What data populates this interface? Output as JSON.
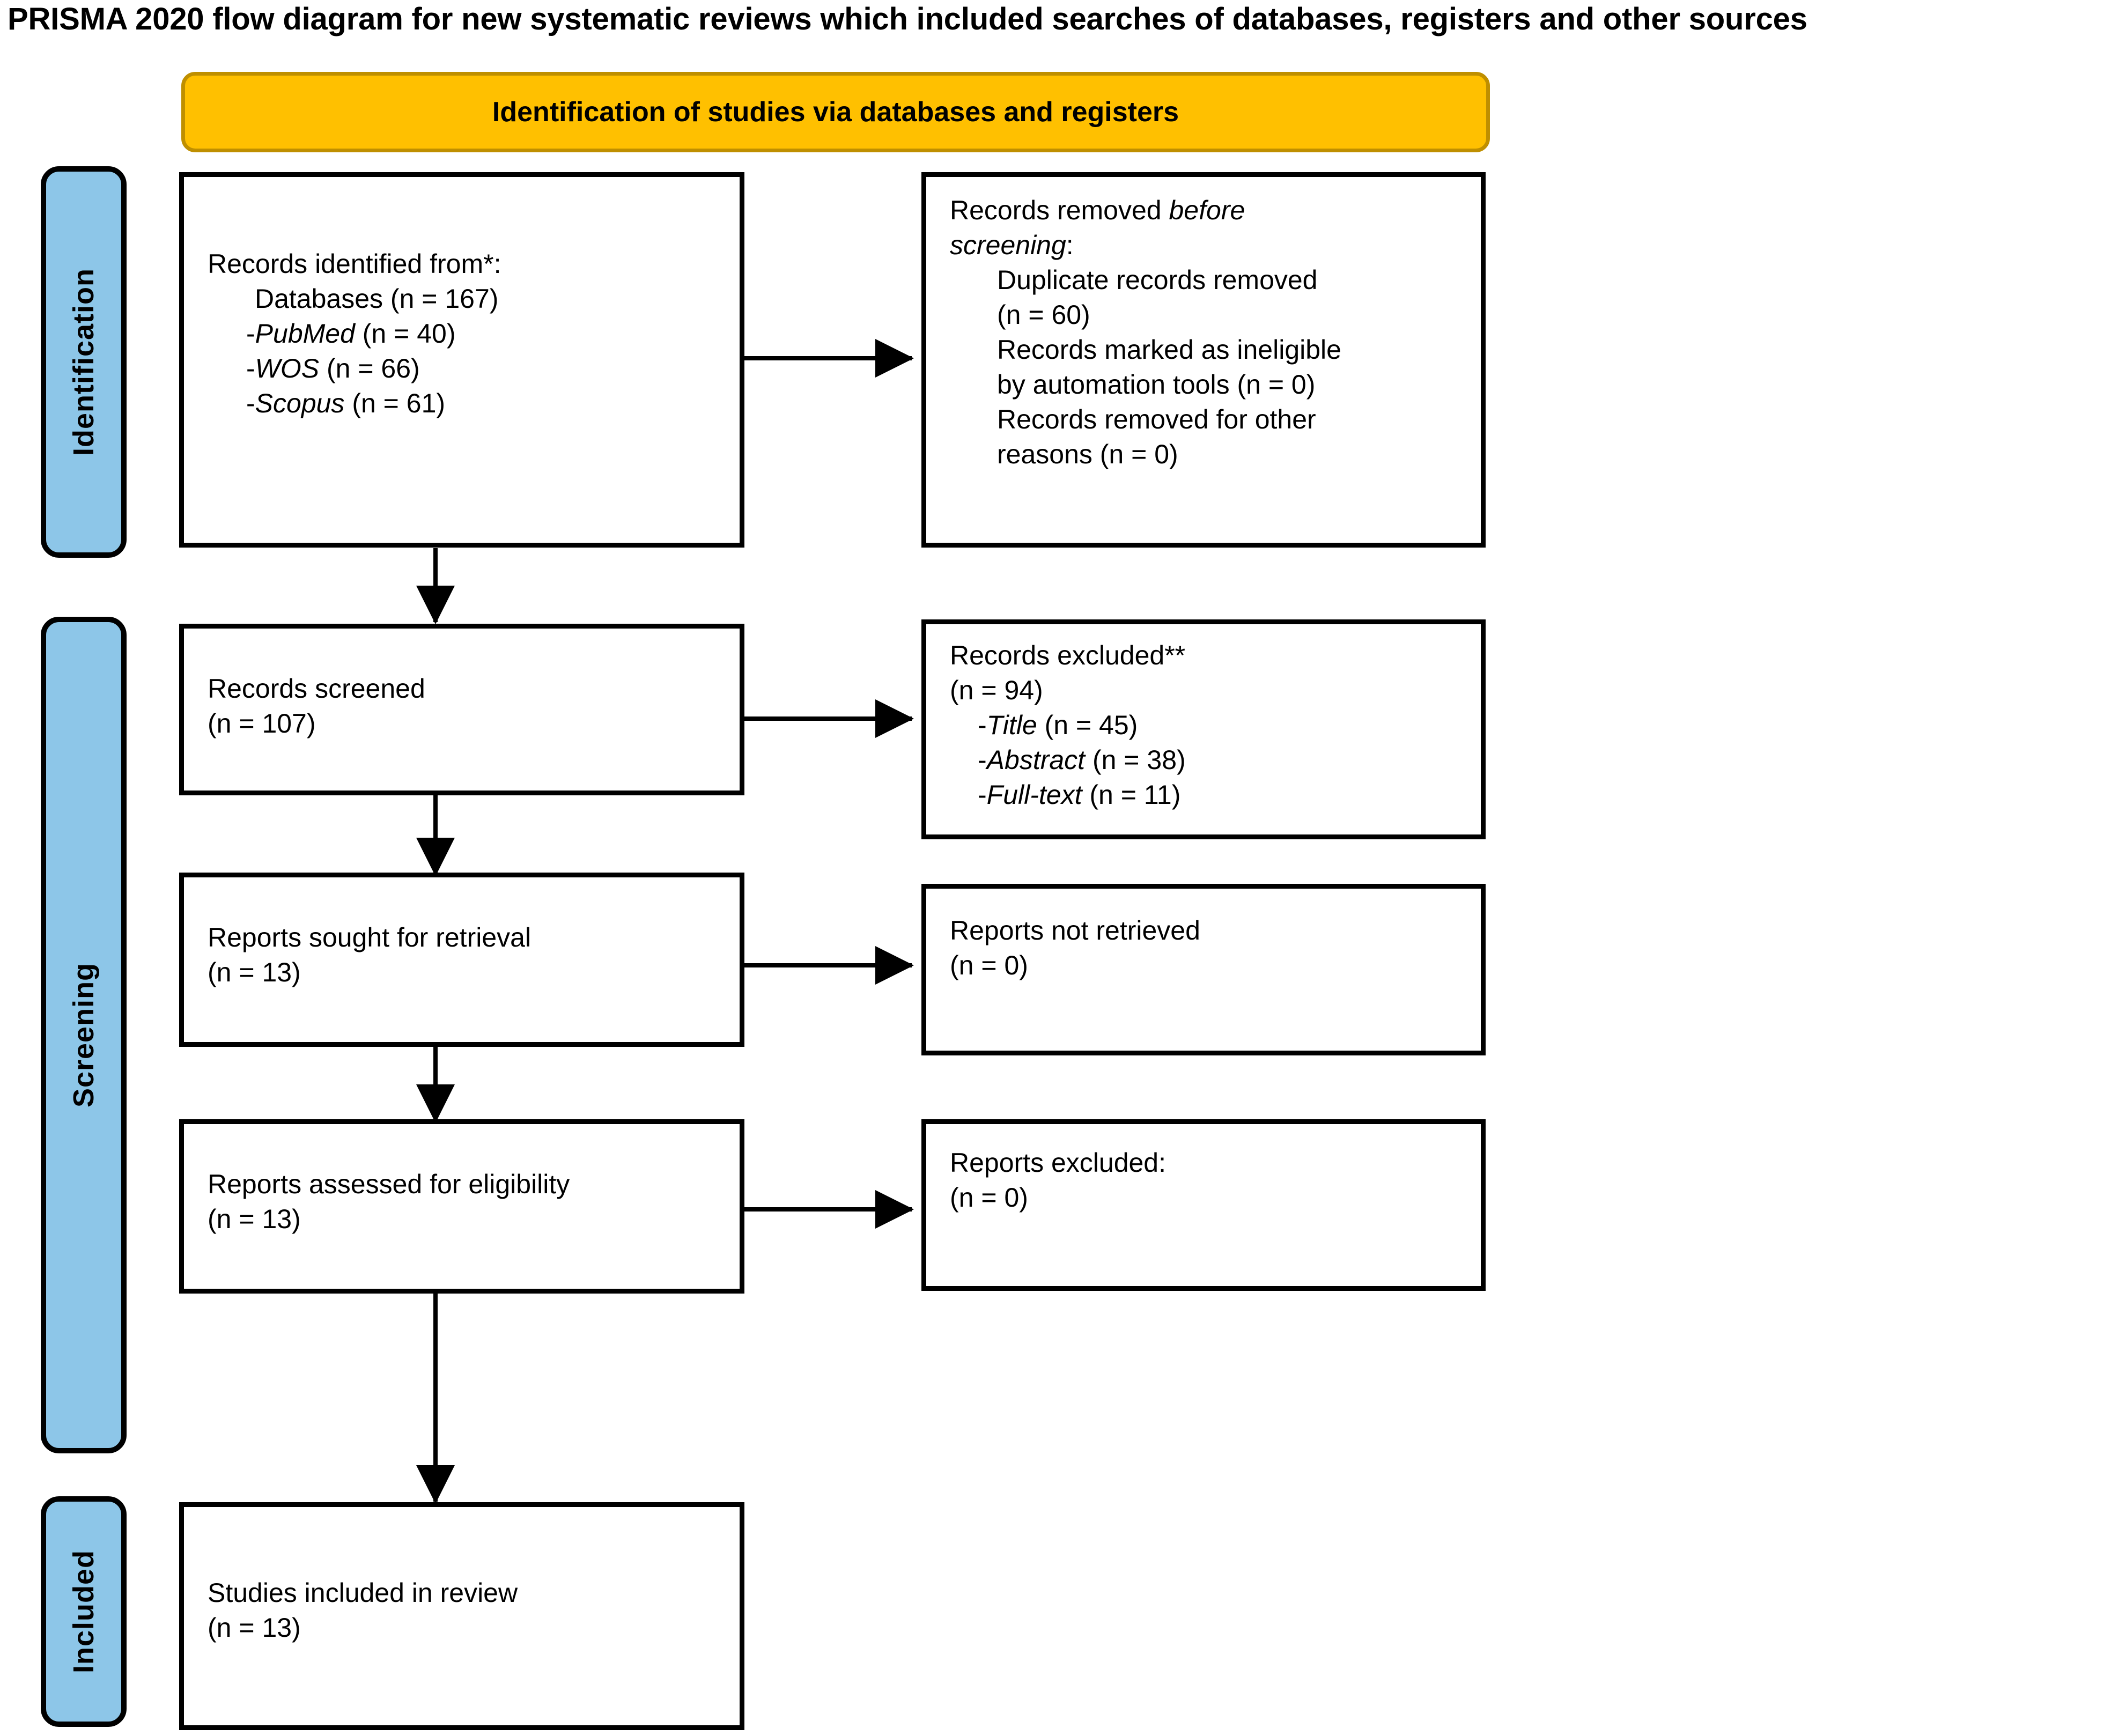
{
  "title": "PRISMA 2020 flow diagram for new systematic reviews which included searches of databases, registers and other sources",
  "colors": {
    "banner_fill": "#FFC000",
    "banner_border": "#BF8F00",
    "stage_fill": "#8DC6E8",
    "box_border": "#000000",
    "text": "#000000"
  },
  "banner": {
    "label": "Identification of studies via databases and registers"
  },
  "stages": [
    {
      "key": "identification",
      "label": "Identification"
    },
    {
      "key": "screening",
      "label": "Screening"
    },
    {
      "key": "included",
      "label": "Included"
    }
  ],
  "boxes": {
    "records_identified": {
      "lines": [
        {
          "text": "Records identified from*:",
          "indent": 0,
          "italic": false
        },
        {
          "text": "Databases (n = 167)",
          "indent": 1,
          "italic": false
        },
        {
          "text": "-PubMed (n = 40)",
          "indent": 2,
          "italic": "partial"
        },
        {
          "text": "-WOS (n = 66)",
          "indent": 2,
          "italic": "partial"
        },
        {
          "text": "-Scopus (n = 61)",
          "indent": 2,
          "italic": "partial"
        }
      ],
      "l1": "Records identified from*:",
      "l2": "Databases (n = 167)",
      "l3a": "-",
      "l3i": "PubMed",
      "l3b": " (n = 40)",
      "l4a": "-",
      "l4i": "WOS",
      "l4b": " (n = 66)",
      "l5a": "-",
      "l5i": "Scopus",
      "l5b": " (n = 61)"
    },
    "records_removed": {
      "l1a": "Records removed ",
      "l1i": "before",
      "l2i": "screening",
      "l2b": ":",
      "l3": "Duplicate records removed",
      "l4": "(n = 60)",
      "l5": "Records marked as ineligible",
      "l6": "by automation tools (n = 0)",
      "l7": "Records removed for other",
      "l8": "reasons (n = 0)"
    },
    "records_screened": {
      "l1": "Records screened",
      "l2": "(n = 107)"
    },
    "records_excluded": {
      "l1": "Records excluded**",
      "l2": "(n = 94)",
      "l3a": "-",
      "l3i": "Title",
      "l3b": " (n = 45)",
      "l4a": "-",
      "l4i": "Abstract",
      "l4b": " (n = 38)",
      "l5a": "-",
      "l5i": "Full-text",
      "l5b": " (n = 11)"
    },
    "reports_sought": {
      "l1": "Reports sought for retrieval",
      "l2": "(n = 13)"
    },
    "reports_not_retrieved": {
      "l1": "Reports not retrieved",
      "l2": "(n = 0)"
    },
    "reports_assessed": {
      "l1": "Reports assessed for eligibility",
      "l2": "(n = 13)"
    },
    "reports_excluded": {
      "l1": "Reports excluded:",
      "l2": "(n = 0)"
    },
    "studies_included": {
      "l1": "Studies included in review",
      "l2": "(n = 13)"
    }
  },
  "chart_data": {
    "type": "diagram",
    "title": "PRISMA 2020 flow diagram for new systematic reviews which included searches of databases, registers and other sources",
    "nodes": [
      {
        "id": "records_identified",
        "stage": "Identification",
        "label": "Records identified from*",
        "values": {
          "Databases": 167,
          "PubMed": 40,
          "WOS": 66,
          "Scopus": 61
        }
      },
      {
        "id": "records_removed",
        "stage": "Identification",
        "label": "Records removed before screening",
        "values": {
          "Duplicate records removed": 60,
          "Records marked as ineligible by automation tools": 0,
          "Records removed for other reasons": 0
        }
      },
      {
        "id": "records_screened",
        "stage": "Screening",
        "label": "Records screened",
        "values": {
          "n": 107
        }
      },
      {
        "id": "records_excluded",
        "stage": "Screening",
        "label": "Records excluded**",
        "values": {
          "n": 94,
          "Title": 45,
          "Abstract": 38,
          "Full-text": 11
        }
      },
      {
        "id": "reports_sought",
        "stage": "Screening",
        "label": "Reports sought for retrieval",
        "values": {
          "n": 13
        }
      },
      {
        "id": "reports_not_retrieved",
        "stage": "Screening",
        "label": "Reports not retrieved",
        "values": {
          "n": 0
        }
      },
      {
        "id": "reports_assessed",
        "stage": "Screening",
        "label": "Reports assessed for eligibility",
        "values": {
          "n": 13
        }
      },
      {
        "id": "reports_excluded",
        "stage": "Screening",
        "label": "Reports excluded:",
        "values": {
          "n": 0
        }
      },
      {
        "id": "studies_included",
        "stage": "Included",
        "label": "Studies included in review",
        "values": {
          "n": 13
        }
      }
    ],
    "edges": [
      {
        "from": "records_identified",
        "to": "records_removed",
        "direction": "right"
      },
      {
        "from": "records_identified",
        "to": "records_screened",
        "direction": "down"
      },
      {
        "from": "records_screened",
        "to": "records_excluded",
        "direction": "right"
      },
      {
        "from": "records_screened",
        "to": "reports_sought",
        "direction": "down"
      },
      {
        "from": "reports_sought",
        "to": "reports_not_retrieved",
        "direction": "right"
      },
      {
        "from": "reports_sought",
        "to": "reports_assessed",
        "direction": "down"
      },
      {
        "from": "reports_assessed",
        "to": "reports_excluded",
        "direction": "right"
      },
      {
        "from": "reports_assessed",
        "to": "studies_included",
        "direction": "down"
      }
    ]
  }
}
